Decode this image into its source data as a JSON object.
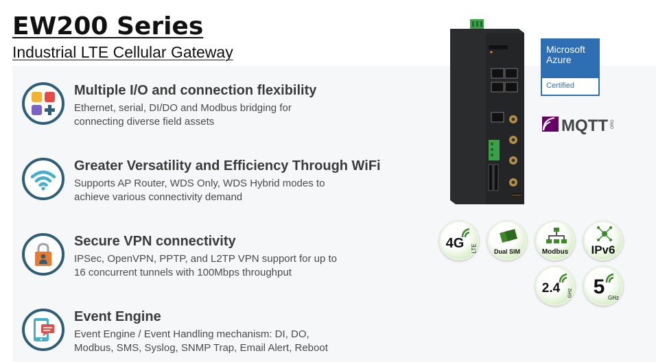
{
  "header": {
    "title": "EW200 Series",
    "subtitle": "Industrial LTE Cellular Gateway"
  },
  "features": [
    {
      "title": "Multiple I/O and connection flexibility",
      "desc_line1": "Ethernet, serial, DI/DO and Modbus bridging for",
      "desc_line2": "connecting diverse field assets",
      "icon": "app-grid-plus-icon"
    },
    {
      "title": "Greater Versatility and Efficiency Through WiFi",
      "desc_line1": "Supports AP Router, WDS Only, WDS Hybrid modes to",
      "desc_line2": "achieve various connectivity demand",
      "icon": "wifi-icon"
    },
    {
      "title": "Secure VPN connectivity",
      "desc_line1": "IPSec, OpenVPN, PPTP, and L2TP VPN support for up to",
      "desc_line2": "16 concurrent tunnels with 100Mbps throughput",
      "icon": "padlock-user-icon"
    },
    {
      "title": "Event Engine",
      "desc_line1": "Event Engine / Event Handling mechanism: DI, DO,",
      "desc_line2": "Modbus, SMS, Syslog, SNMP Trap, Email Alert, Reboot",
      "icon": "tablet-chat-icon"
    }
  ],
  "certifications": {
    "azure_line1": "Microsoft",
    "azure_line2": "Azure",
    "azure_cert": "Certified",
    "mqtt": "MQTT",
    "mqtt_suffix": "ORG"
  },
  "badges": {
    "lte_main": "4G",
    "lte_sub": "LTE",
    "dual_sim": "Dual SIM",
    "modbus": "Modbus",
    "ipv6": "IPv6",
    "ghz24_main": "2.4",
    "ghz24_sub": "GHz",
    "ghz5_main": "5",
    "ghz5_sub": "GHz"
  },
  "device": {
    "label": "EW200"
  },
  "colors": {
    "icon_ring": "#2f5f76",
    "panel_bg": "#f6f7f8",
    "azure_blue": "#2e6fb4",
    "mqtt_purple": "#660066",
    "badge_green": "#3d8a2a"
  }
}
